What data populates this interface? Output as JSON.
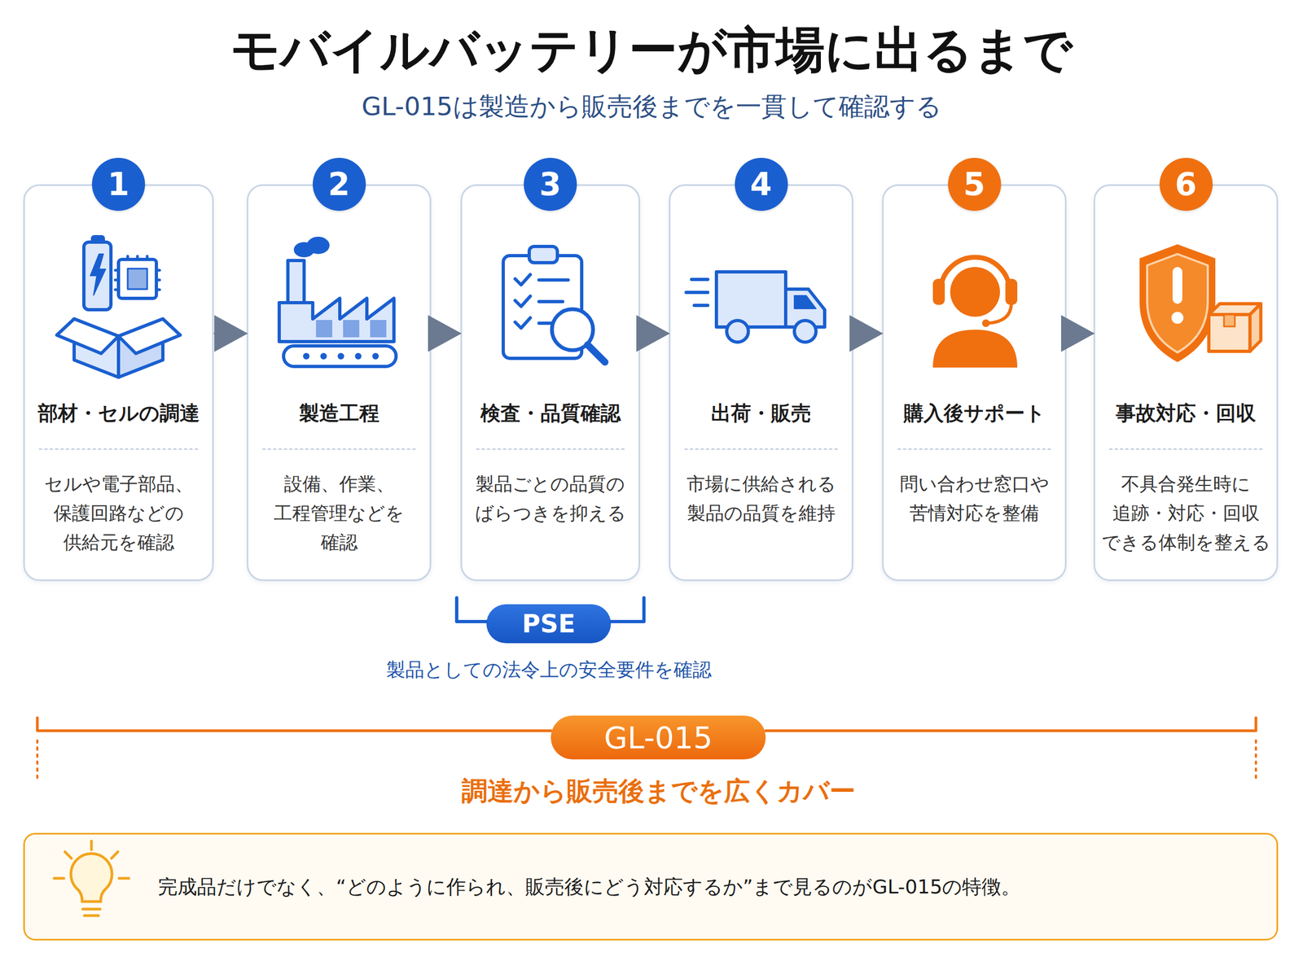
{
  "diagram": {
    "title": "モバイルバッテリーが市場に出るまで",
    "nodes": [
      {
        "text": [
          "1",
          "部材・セルの調達",
          "セルや電子部品、 保護回路などの 供給元を確認"
        ]
      },
      {
        "text": [
          "2",
          "製造工程",
          "設備、作業、 工程管理などを 確認"
        ]
      },
      {
        "text": [
          "3",
          "検査・品質確認",
          "製品ごとの品質の ばらつきを抑える"
        ]
      },
      {
        "text": [
          "4",
          "出荷・販売",
          "市場に供給される 製品の品質を維持"
        ]
      },
      {
        "text": [
          "5",
          "購入後サポート",
          "問い合わせ窓口や 苦情対応を整備"
        ]
      },
      {
        "text": [
          "6",
          "事故対応・回収",
          "不具合発生時に 追跡・対応・回収 できる体制を整える"
        ]
      },
      {
        "text": [
          "PSE",
          "製品としての法令上の安全要件を確認"
        ]
      },
      {
        "text": [
          "GL-015",
          "調達から販売後までを広くカバー"
        ]
      },
      {
        "text": [
          "完成品だけでなく、“どのように作られ、販売後にどう対応するか”まで見るのがGL-015の特徴。"
        ]
      }
    ],
    "edges": [
      {
        "from": 0,
        "to": 1,
        "arrow": "to"
      },
      {
        "from": 1,
        "to": 2,
        "arrow": "to"
      },
      {
        "from": 2,
        "to": 3,
        "arrow": "to"
      },
      {
        "from": 3,
        "to": 4,
        "arrow": "to"
      },
      {
        "from": 4,
        "to": 5,
        "arrow": "to"
      }
    ],
    "labels": [
      "GL-015は製造から販売後までを一貫して確認する"
    ]
  }
}
